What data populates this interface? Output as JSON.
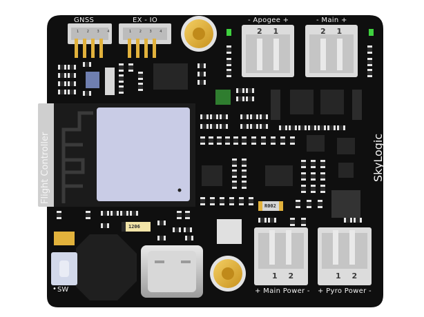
{
  "board": {
    "brand": "SkyLogic",
    "module_label": "Flight Controller",
    "switch_label": "SW",
    "switch_marker": "•"
  },
  "connectors": {
    "gnss": {
      "label": "GNSS",
      "pins": "1 2 3 4"
    },
    "ex_io": {
      "label": "EX - IO",
      "pins": "1 2 3 4"
    },
    "apogee": {
      "label": "- Apogee +",
      "pins": "2 1"
    },
    "main": {
      "label": "- Main +",
      "pins": "2 1"
    },
    "main_power": {
      "label": "+ Main Power -",
      "pins": "1 2"
    },
    "pyro_power": {
      "label": "+ Pyro Power -",
      "pins": "1 2"
    }
  },
  "components": {
    "resistor_1206": "1206",
    "shunt": "R002"
  },
  "colors": {
    "pcb": "#101010",
    "silkscreen": "#f2f2f2",
    "gold": "#e2b23c",
    "connector_body": "#d9d9d9",
    "led_green": "#3fd13f",
    "module_shield": "#c9cce6"
  }
}
